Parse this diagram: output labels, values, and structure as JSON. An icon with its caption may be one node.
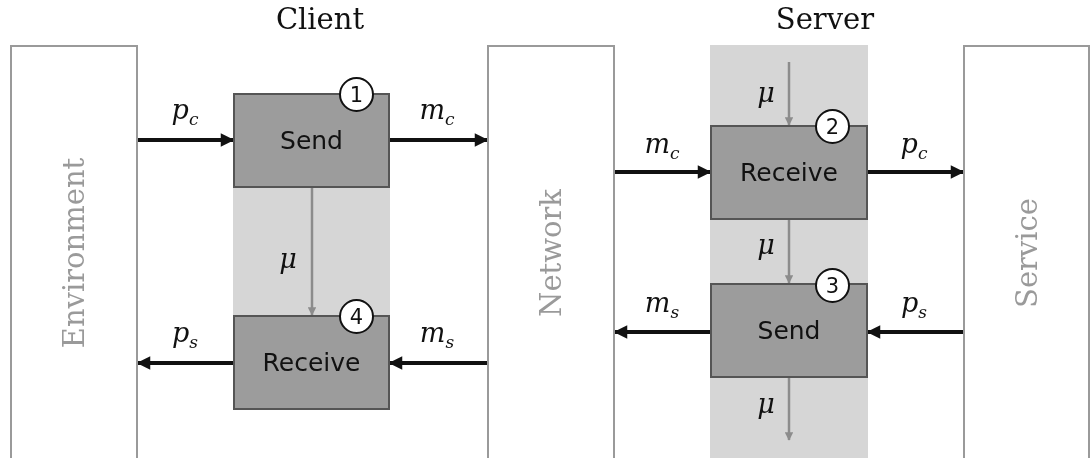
{
  "diagram": {
    "nodes": [
      {
        "text": [
          "Environment"
        ]
      },
      {
        "text": [
          "Send"
        ]
      },
      {
        "text": [
          "1"
        ]
      },
      {
        "text": [
          "Receive"
        ]
      },
      {
        "text": [
          "4"
        ]
      },
      {
        "text": [
          "Network"
        ]
      },
      {
        "text": [
          "Receive"
        ]
      },
      {
        "text": [
          "2"
        ]
      },
      {
        "text": [
          "Send"
        ]
      },
      {
        "text": [
          "3"
        ]
      },
      {
        "text": [
          "Service"
        ]
      }
    ],
    "edges": [
      {
        "from": 0,
        "to": 1,
        "arrow": "to",
        "label": "p$_{c}$"
      },
      {
        "from": 1,
        "to": 5,
        "arrow": "to",
        "label": "m$_{c}$"
      },
      {
        "from": 1,
        "to": 3,
        "arrow": "to",
        "label": "μ",
        "color": "#8c8c8c"
      },
      {
        "from": 5,
        "to": 3,
        "arrow": "to",
        "label": "m$_{s}$"
      },
      {
        "from": 3,
        "to": 0,
        "arrow": "to",
        "label": "p$_{s}$"
      },
      {
        "from": null,
        "to": 6,
        "arrow": "to",
        "label": "μ",
        "color": "#8c8c8c"
      },
      {
        "from": 5,
        "to": 6,
        "arrow": "to",
        "label": "m$_{c}$"
      },
      {
        "from": 6,
        "to": 10,
        "arrow": "to",
        "label": "p$_{c}$"
      },
      {
        "from": 6,
        "to": 8,
        "arrow": "to",
        "label": "μ",
        "color": "#8c8c8c"
      },
      {
        "from": 10,
        "to": 8,
        "arrow": "to",
        "label": "p$_{s}$"
      },
      {
        "from": 8,
        "to": 5,
        "arrow": "to",
        "label": "m$_{s}$"
      },
      {
        "from": 8,
        "to": null,
        "arrow": "to",
        "label": "μ",
        "color": "#8c8c8c"
      }
    ],
    "labels": [
      "Client",
      "Server"
    ]
  }
}
